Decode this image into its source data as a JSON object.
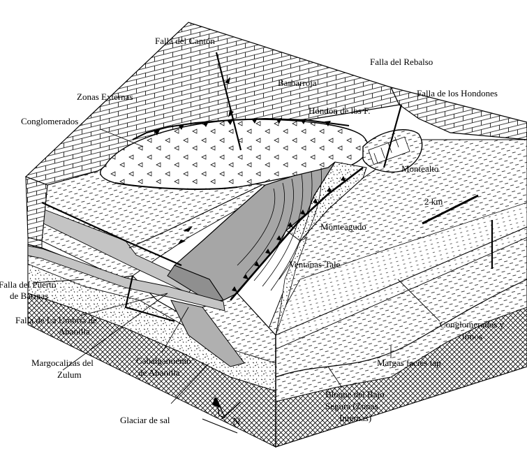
{
  "labels": {
    "falla_canton": "Falla del Cantón",
    "falla_rebalso": "Falla del Rebalso",
    "barbarroja": "Barbarroja",
    "zonas_externas": "Zonas Externas",
    "falla_hondones": "Falla de los Hondones",
    "hondon": "Hondón de los F.",
    "conglomerados": "Conglomerados",
    "montealto": "Montealto",
    "scale": "2 km",
    "monteagudo": "Monteagudo",
    "ventanas": "Ventanas-Tale",
    "falla_puerto_1": "Falla del Puerto",
    "falla_puerto_2": "de Barinas",
    "falla_umbria_1": "Falla de La Umbría de",
    "falla_umbria_2": "Abanilla",
    "conglomerados_limos_1": "Conglomerados y",
    "conglomerados_limos_2": "limos",
    "margocalizas_1": "Margocalizas del",
    "margocalizas_2": "Zulum",
    "cabalgamiento_1": "Cabalgamiento",
    "cabalgamiento_2": "de Abanilla",
    "margas": "Margas facies tap",
    "glaciar": "Glaciar de sal",
    "bloque_1": "Bloque del Bajo",
    "bloque_2": "Segura (Zonas",
    "bloque_3": "Internas)",
    "north": "N"
  },
  "colors": {
    "ink": "#000000",
    "gray_unit": "#c4c4c4",
    "dark_unit": "#9a9a9a",
    "background": "#ffffff"
  }
}
